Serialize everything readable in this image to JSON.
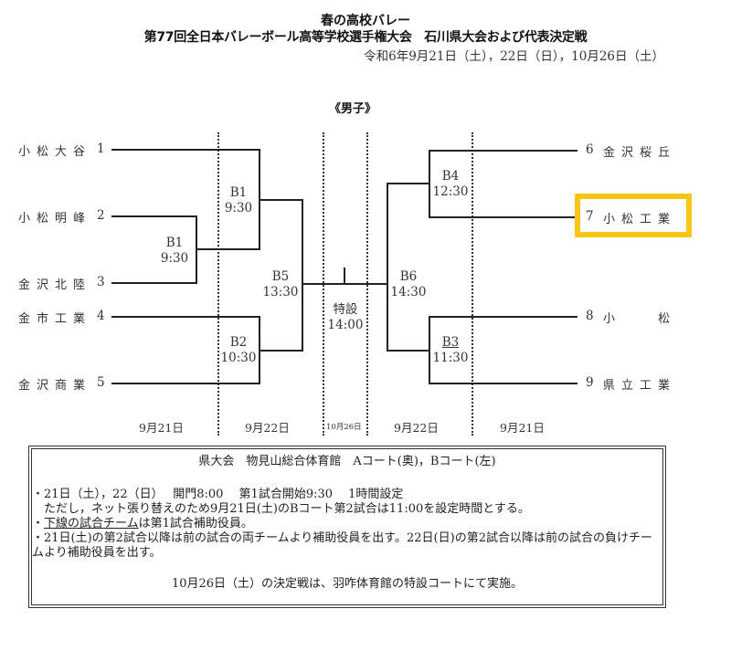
{
  "header": {
    "title_line1": "春の高校バレー",
    "title_line2": "第77回全日本バレーボール高等学校選手権大会　石川県大会および代表決定戦",
    "dates": "令和6年9月21日（土），22日（日），10月26日（土）"
  },
  "bracket": {
    "division": "《男子》",
    "left_teams": [
      {
        "seed": "1",
        "name": "小松大谷"
      },
      {
        "seed": "2",
        "name": "小松明峰"
      },
      {
        "seed": "3",
        "name": "金沢北陸"
      },
      {
        "seed": "4",
        "name": "金市工業"
      },
      {
        "seed": "5",
        "name": "金沢商業"
      }
    ],
    "right_teams": [
      {
        "seed": "6",
        "name": "金沢桜丘"
      },
      {
        "seed": "7",
        "name": "小松工業",
        "highlighted": true
      },
      {
        "seed": "8",
        "name": "小　　松"
      },
      {
        "seed": "9",
        "name": "県立工業"
      }
    ],
    "matches": {
      "b1_first": {
        "court": "B1",
        "time": "9:30"
      },
      "b1_second": {
        "court": "B1",
        "time": "9:30"
      },
      "b2": {
        "court": "B2",
        "time": "10:30"
      },
      "b5": {
        "court": "B5",
        "time": "13:30"
      },
      "final": {
        "court": "特設",
        "time": "14:00"
      },
      "b6": {
        "court": "B6",
        "time": "14:30"
      },
      "b4": {
        "court": "B4",
        "time": "12:30"
      },
      "b3": {
        "court": "B3",
        "time": "11:30",
        "underlined": true
      }
    },
    "day_labels": [
      "9月21日",
      "9月22日",
      "10月26日",
      "9月22日",
      "9月21日"
    ],
    "highlight_color": "#F9C513"
  },
  "notes": {
    "venue": "県大会　物見山総合体育館　Aコート(奥)，Bコート(左)",
    "line1": "・21日（土），22（日）　 開門8:00　 第1試合開始9:30　 1時間設定",
    "line2": "　ただし，ネット張り替えのため9月21日(土)のBコート第2試合は11:00を設定時間とする。",
    "line3_underlined": "下線の試合チーム",
    "line3_rest": "は第1試合補助役員。",
    "line4": "・21日(土)の第2試合以降は前の試合の両チームより補助役員を出す。22日(日)の第2試合以降は前の試合の負けチームより補助役員を出す。",
    "final_note": "10月26日（土）の決定戦は、羽咋体育館の特設コートにて実施。"
  }
}
